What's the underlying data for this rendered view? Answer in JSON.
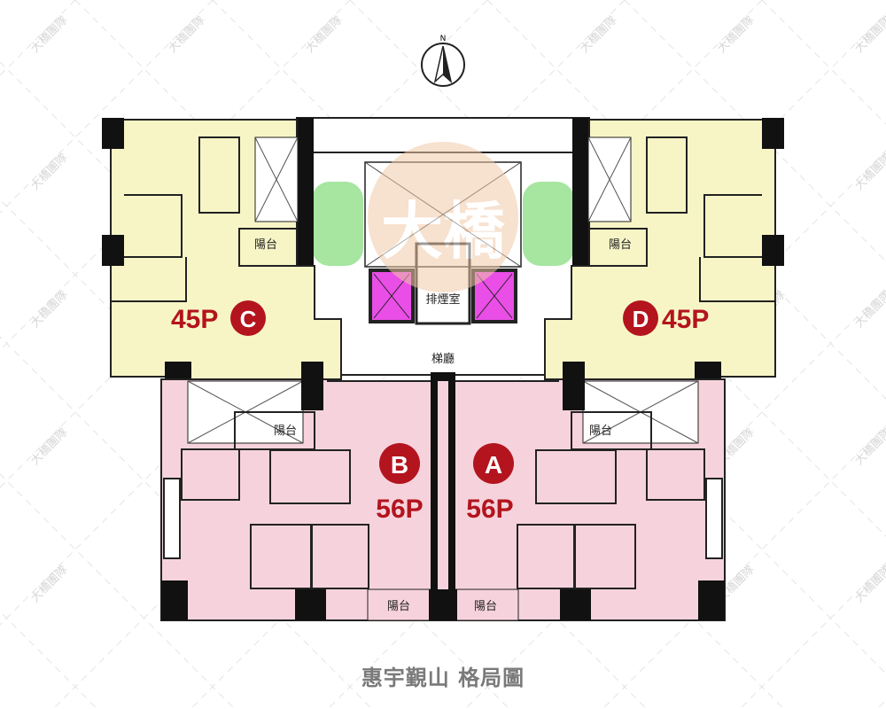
{
  "compass": {
    "label": "N"
  },
  "watermark": {
    "text": "大橋團隊",
    "logo_text": "大橋"
  },
  "units": [
    {
      "id": "C",
      "size": "45P",
      "color": "#f7f5c6"
    },
    {
      "id": "D",
      "size": "45P",
      "color": "#f7f5c6"
    },
    {
      "id": "B",
      "size": "56P",
      "color": "#f6d3dc"
    },
    {
      "id": "A",
      "size": "56P",
      "color": "#f6d3dc"
    }
  ],
  "rooms": {
    "balcony": "陽台",
    "smoke_room": "排煙室",
    "elevator_lobby": "梯廳"
  },
  "colors": {
    "accent": "#b3141e",
    "elevator": "#e94ee6",
    "stairs": "#9fe39a"
  },
  "title": "惠宇覲山 格局圖"
}
